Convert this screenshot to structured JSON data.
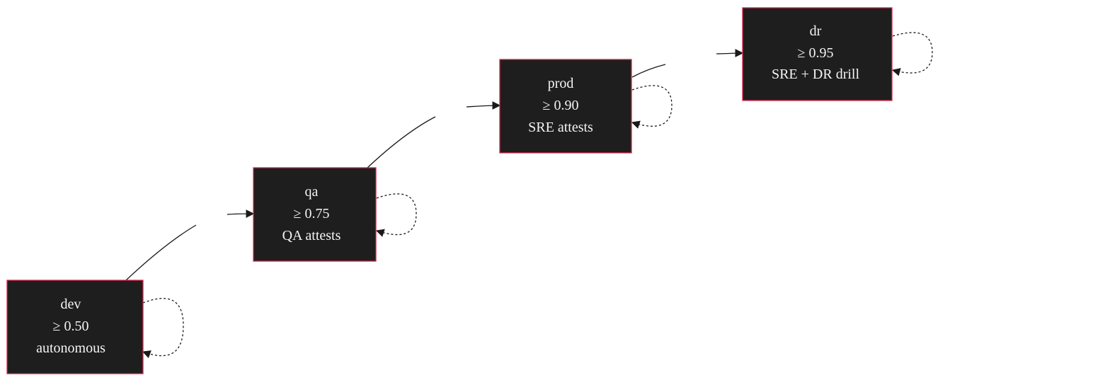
{
  "diagram": {
    "stages": [
      {
        "id": "dev",
        "name": "dev",
        "threshold": "≥ 0.50",
        "gate": "autonomous"
      },
      {
        "id": "qa",
        "name": "qa",
        "threshold": "≥ 0.75",
        "gate": "QA attests"
      },
      {
        "id": "prod",
        "name": "prod",
        "threshold": "≥ 0.90",
        "gate": "SRE attests"
      },
      {
        "id": "dr",
        "name": "dr",
        "threshold": "≥ 0.95",
        "gate": "SRE + DR drill"
      }
    ],
    "transitions": [
      {
        "from": "dev",
        "to": "qa",
        "style": "solid"
      },
      {
        "from": "qa",
        "to": "prod",
        "style": "solid"
      },
      {
        "from": "prod",
        "to": "dr",
        "style": "solid"
      }
    ],
    "self_loops": [
      {
        "stage": "dev",
        "style": "dotted"
      },
      {
        "stage": "qa",
        "style": "dotted"
      },
      {
        "stage": "prod",
        "style": "dotted"
      },
      {
        "stage": "dr",
        "style": "dotted"
      }
    ],
    "colors": {
      "node_fill": "#1e1e1e",
      "node_border": "#d6254a",
      "node_text": "#f4f4f4",
      "edge": "#1a1a1a",
      "background": "#ffffff"
    }
  }
}
